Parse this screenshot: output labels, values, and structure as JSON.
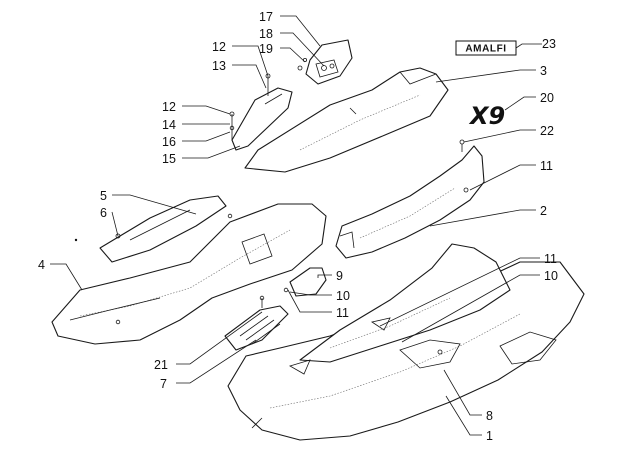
{
  "labels": {
    "l1": "1",
    "l2": "2",
    "l3": "3",
    "l4": "4",
    "l5": "5",
    "l6": "6",
    "l7": "7",
    "l8": "8",
    "l9": "9",
    "l10a": "10",
    "l10b": "10",
    "l11a": "11",
    "l11b": "11",
    "l11c": "11",
    "l12a": "12",
    "l12b": "12",
    "l13": "13",
    "l14": "14",
    "l15": "15",
    "l16": "16",
    "l17": "17",
    "l18": "18",
    "l19": "19",
    "l20": "20",
    "l21": "21",
    "l22": "22",
    "l23": "23"
  },
  "brand_badge": "AMALFI",
  "model_logo": "X9"
}
